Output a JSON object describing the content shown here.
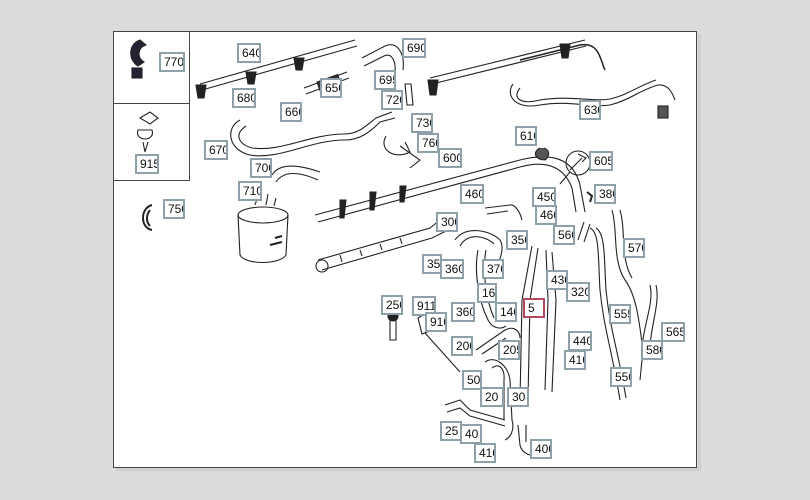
{
  "diagram": {
    "title": "Fuel system parts diagram",
    "selected_part": "5",
    "colors": {
      "label_border": "#8fa1a8",
      "selected_border": "#b2485a",
      "background": "#dcdcdc",
      "frame": "#ffffff"
    },
    "sidebox_parts": [
      "770",
      "915"
    ],
    "callouts": [
      {
        "id": "770",
        "label": "770"
      },
      {
        "id": "915",
        "label": "915"
      },
      {
        "id": "750",
        "label": "750"
      },
      {
        "id": "640",
        "label": "640"
      },
      {
        "id": "680",
        "label": "680"
      },
      {
        "id": "660",
        "label": "660"
      },
      {
        "id": "650",
        "label": "650"
      },
      {
        "id": "690",
        "label": "690"
      },
      {
        "id": "695",
        "label": "695"
      },
      {
        "id": "720",
        "label": "720"
      },
      {
        "id": "730",
        "label": "730"
      },
      {
        "id": "760",
        "label": "760"
      },
      {
        "id": "600",
        "label": "600"
      },
      {
        "id": "670",
        "label": "670"
      },
      {
        "id": "700",
        "label": "700"
      },
      {
        "id": "710",
        "label": "710"
      },
      {
        "id": "630",
        "label": "630"
      },
      {
        "id": "610",
        "label": "610"
      },
      {
        "id": "605",
        "label": "605"
      },
      {
        "id": "380",
        "label": "380"
      },
      {
        "id": "460a",
        "label": "460"
      },
      {
        "id": "450",
        "label": "450"
      },
      {
        "id": "460b",
        "label": "460"
      },
      {
        "id": "300",
        "label": "300"
      },
      {
        "id": "350",
        "label": "350"
      },
      {
        "id": "560",
        "label": "560"
      },
      {
        "id": "570",
        "label": "570"
      },
      {
        "id": "35",
        "label": "35"
      },
      {
        "id": "360a",
        "label": "360"
      },
      {
        "id": "370",
        "label": "370"
      },
      {
        "id": "430",
        "label": "430"
      },
      {
        "id": "16",
        "label": "16"
      },
      {
        "id": "320",
        "label": "320"
      },
      {
        "id": "555",
        "label": "555"
      },
      {
        "id": "250",
        "label": "250"
      },
      {
        "id": "911",
        "label": "911"
      },
      {
        "id": "910",
        "label": "910"
      },
      {
        "id": "360b",
        "label": "360"
      },
      {
        "id": "140",
        "label": "140"
      },
      {
        "id": "5",
        "label": "5"
      },
      {
        "id": "565",
        "label": "565"
      },
      {
        "id": "580",
        "label": "580"
      },
      {
        "id": "440",
        "label": "440"
      },
      {
        "id": "200",
        "label": "200"
      },
      {
        "id": "205",
        "label": "205"
      },
      {
        "id": "410a",
        "label": "410"
      },
      {
        "id": "550",
        "label": "550"
      },
      {
        "id": "50",
        "label": "50"
      },
      {
        "id": "20",
        "label": "20"
      },
      {
        "id": "30",
        "label": "30"
      },
      {
        "id": "25",
        "label": "25"
      },
      {
        "id": "40",
        "label": "40"
      },
      {
        "id": "410b",
        "label": "410"
      },
      {
        "id": "400",
        "label": "400"
      }
    ]
  }
}
